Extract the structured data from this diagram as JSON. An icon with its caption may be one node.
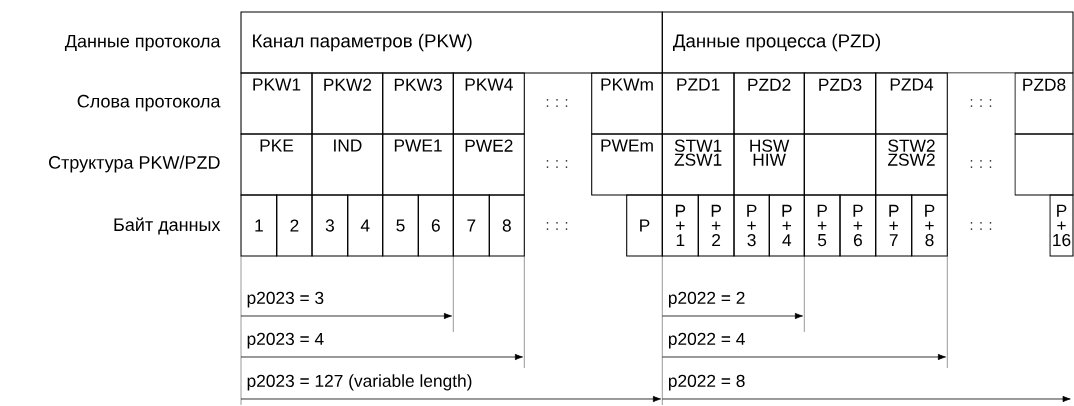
{
  "diagram": {
    "nodes": [
      {
        "text": [
          "Канал параметров (PKW)"
        ]
      },
      {
        "text": [
          "Данные процесса (PZD)"
        ]
      },
      {
        "text": [
          "PKW1"
        ]
      },
      {
        "text": [
          "PKW2"
        ]
      },
      {
        "text": [
          "PKW3"
        ]
      },
      {
        "text": [
          "PKW4"
        ]
      },
      {
        "text": [
          "PKWm"
        ]
      },
      {
        "text": [
          "PZD1"
        ]
      },
      {
        "text": [
          "PZD2"
        ]
      },
      {
        "text": [
          "PZD3"
        ]
      },
      {
        "text": [
          "PZD4"
        ]
      },
      {
        "text": [
          "PZD8"
        ]
      },
      {
        "text": [
          "PKE"
        ]
      },
      {
        "text": [
          "IND"
        ]
      },
      {
        "text": [
          "PWE1"
        ]
      },
      {
        "text": [
          "PWE2"
        ]
      },
      {
        "text": [
          "PWEm"
        ]
      },
      {
        "text": [
          "STW1 ZSW1"
        ]
      },
      {
        "text": [
          "HSW HIW"
        ]
      },
      {
        "text": [],
        "shape": "box"
      },
      {
        "text": [
          "STW2 ZSW2"
        ]
      },
      {
        "text": [],
        "shape": "box"
      },
      {
        "text": [
          "1"
        ]
      },
      {
        "text": [
          "2"
        ]
      },
      {
        "text": [
          "3"
        ]
      },
      {
        "text": [
          "4"
        ]
      },
      {
        "text": [
          "5"
        ]
      },
      {
        "text": [
          "6"
        ]
      },
      {
        "text": [
          "7"
        ]
      },
      {
        "text": [
          "8"
        ]
      },
      {
        "text": [
          "P"
        ]
      },
      {
        "text": [
          "P + 1"
        ]
      },
      {
        "text": [
          "P + 2"
        ]
      },
      {
        "text": [
          "P + 3"
        ]
      },
      {
        "text": [
          "P + 4"
        ]
      },
      {
        "text": [
          "P + 5"
        ]
      },
      {
        "text": [
          "P + 6"
        ]
      },
      {
        "text": [
          "P + 7"
        ]
      },
      {
        "text": [
          "P + 8"
        ]
      },
      {
        "text": [
          "P + 16"
        ]
      }
    ],
    "labels": [
      "Данные протокола",
      "Слова протокола",
      ": : :",
      ": : :",
      "Структура PKW/PZD",
      ": : :",
      ": : :",
      "Байт данных",
      ": : :",
      ": : :",
      "p2023 = 3",
      "p2022 = 2",
      "p2023 = 4",
      "p2022 = 4",
      "p2023 = 127  (variable length)",
      "p2022 = 8"
    ]
  }
}
